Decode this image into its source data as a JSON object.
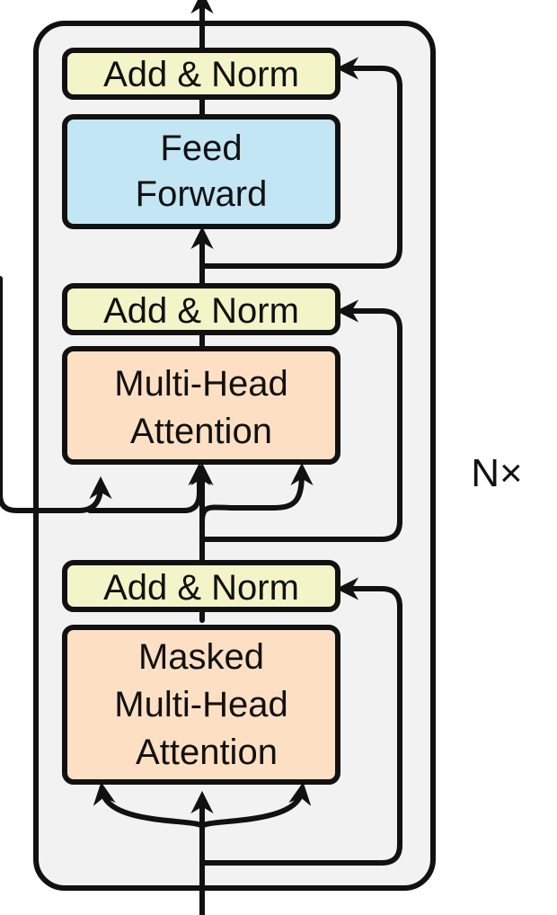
{
  "decoder_block": {
    "sublayers": {
      "add_norm_top": {
        "label": "Add & Norm"
      },
      "feed_forward": {
        "lines": [
          "Feed",
          "Forward"
        ]
      },
      "add_norm_middle": {
        "label": "Add & Norm"
      },
      "multi_head_attention": {
        "lines": [
          "Multi-Head",
          "Attention"
        ]
      },
      "add_norm_bottom": {
        "label": "Add & Norm"
      },
      "masked_multi_head_attention": {
        "lines": [
          "Masked",
          "Multi-Head",
          "Attention"
        ]
      }
    },
    "repeat_label": "N×"
  },
  "colors": {
    "block_background": "#f2f2f2",
    "add_norm": "#f3f5c8",
    "feed_forward": "#c3e6f5",
    "attention": "#fde0c4",
    "stroke": "#111111"
  }
}
